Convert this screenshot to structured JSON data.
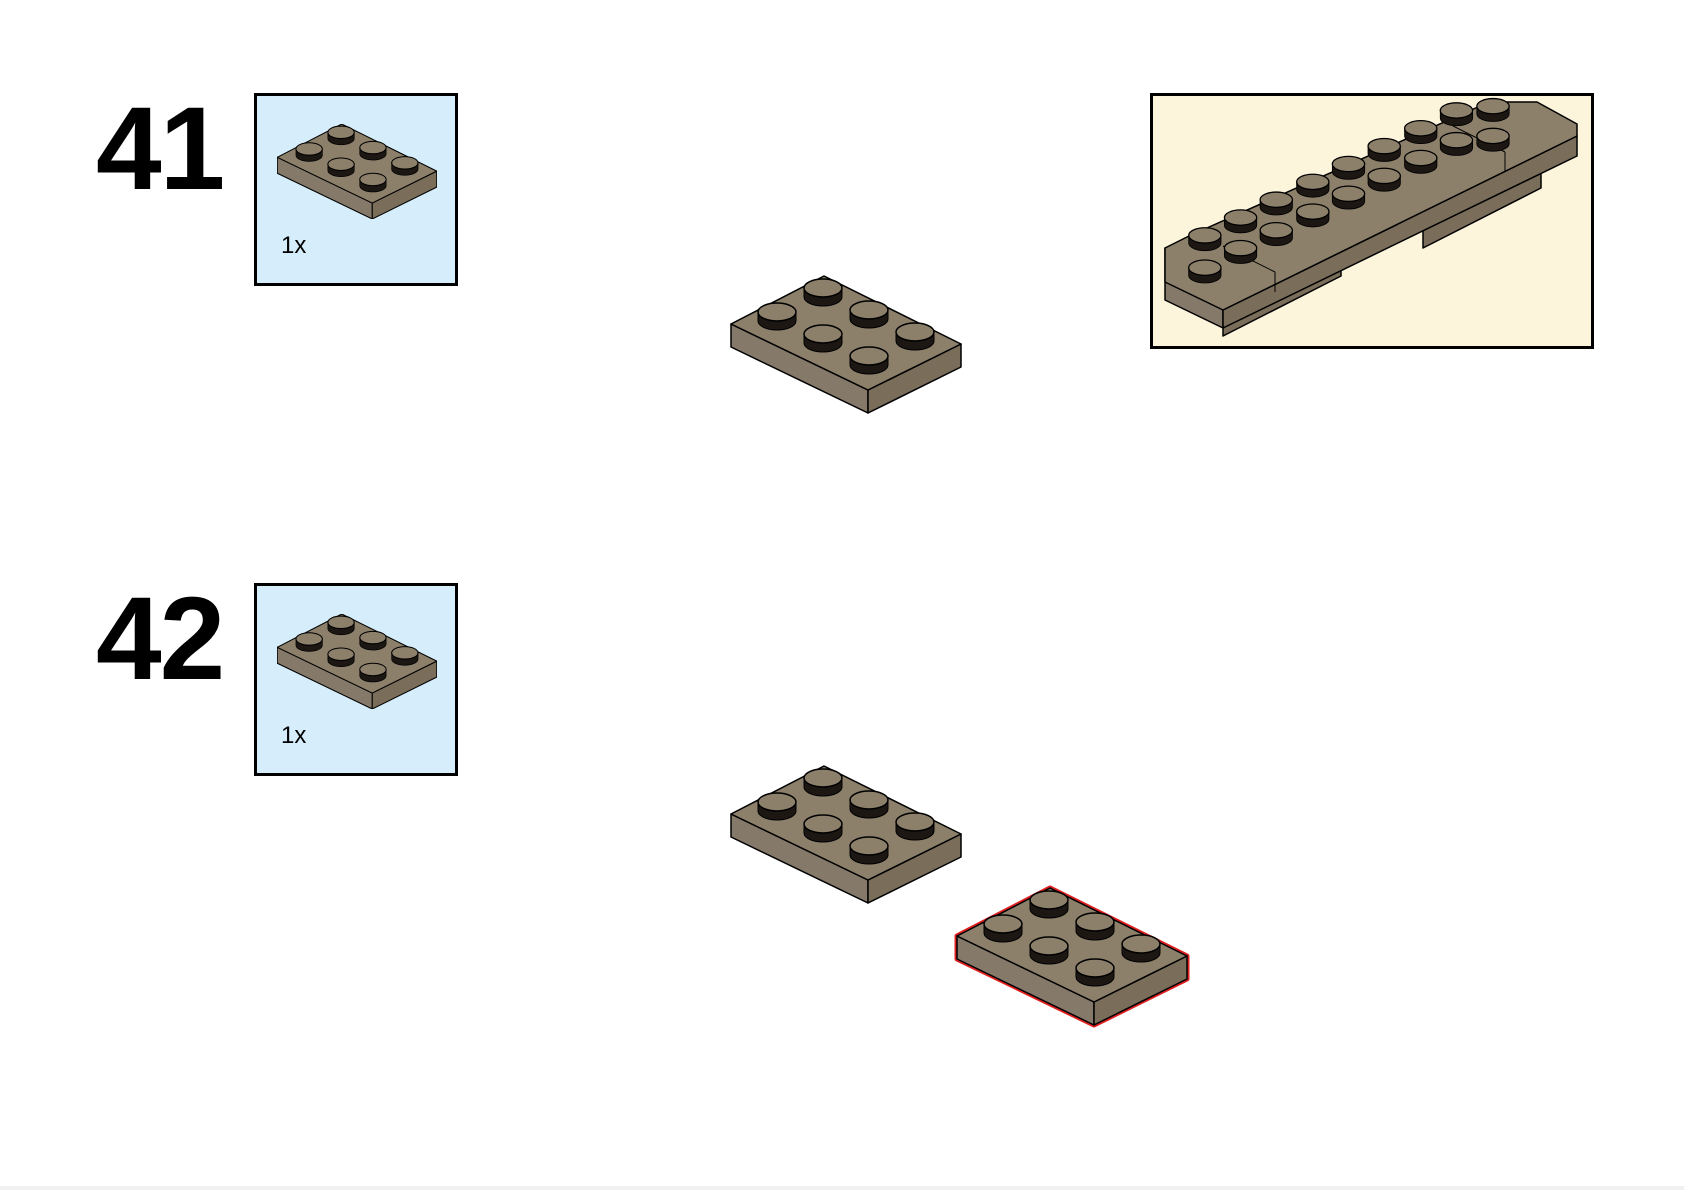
{
  "colors": {
    "brick_top": "#8c806b",
    "brick_side": "#7a6e5b",
    "stud": "#1c1712",
    "parts_bg": "#d6eefb",
    "callout_bg": "#fdf4dc",
    "highlight": "#e01f1f"
  },
  "steps": [
    {
      "number": "41",
      "parts": [
        {
          "part": "plate-2x3-icon",
          "quantity": "1x"
        }
      ]
    },
    {
      "number": "42",
      "parts": [
        {
          "part": "plate-2x3-icon",
          "quantity": "1x"
        }
      ]
    }
  ]
}
